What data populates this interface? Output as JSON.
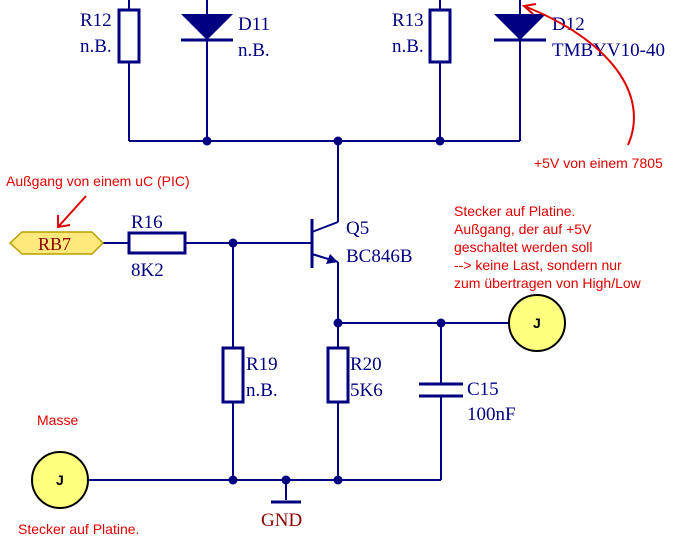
{
  "components": {
    "r12": {
      "ref": "R12",
      "value": "n.B."
    },
    "d11": {
      "ref": "D11",
      "value": "n.B."
    },
    "r13": {
      "ref": "R13",
      "value": "n.B."
    },
    "d12": {
      "ref": "D12",
      "value": "TMBYV10-40"
    },
    "r16": {
      "ref": "R16",
      "value": "8K2"
    },
    "q5": {
      "ref": "Q5",
      "value": "BC846B"
    },
    "r19": {
      "ref": "R19",
      "value": "n.B."
    },
    "r20": {
      "ref": "R20",
      "value": "5K6"
    },
    "c15": {
      "ref": "C15",
      "value": "100nF"
    }
  },
  "port": {
    "label": "RB7"
  },
  "ground": {
    "label": "GND"
  },
  "connectors": {
    "left": "J",
    "right": "J"
  },
  "annotations": {
    "supply": "+5V von einem 7805",
    "uc_output": "Außgang von einem uC (PIC)",
    "plug_right": [
      "Stecker auf Platine.",
      "Außgang, der auf +5V",
      "geschaltet werden soll",
      "--> keine Last, sondern nur",
      "zum übertragen von High/Low"
    ],
    "ground_note": "Masse",
    "plug_left": "Stecker auf Platine."
  },
  "colors": {
    "wire": "#000080",
    "annotation": "#e00000",
    "connector_fill": "#ffff80",
    "port_fill": "#ffe87c"
  }
}
